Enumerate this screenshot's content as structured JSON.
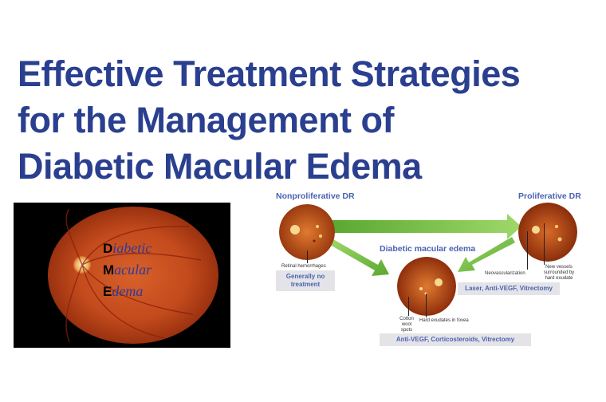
{
  "title": {
    "line1": "Effective Treatment Strategies",
    "line2": "for the Management of",
    "line3": "Diabetic Macular Edema"
  },
  "dme_panel": {
    "d_big": "D",
    "d_rest": "iabetic",
    "m_big": "M",
    "m_rest": "acular",
    "e_big": "E",
    "e_rest": "dema"
  },
  "diagram": {
    "npdr": {
      "title": "Nonproliferative DR",
      "finding": "Retinal hemorrhages",
      "treatment": "Generally no treatment"
    },
    "pdr": {
      "title": "Proliferative DR",
      "finding_1": "Neovascularization",
      "finding_2": "New vessels surrounded by hard exudate",
      "treatment": "Laser, Anti-VEGF, Vitrectomy"
    },
    "dme": {
      "title": "Diabetic macular edema",
      "finding_1": "Cotton wool spots",
      "finding_2": "Hard exudates in fovea",
      "treatment": "Anti-VEGF, Corticosteroids, Vitrectomy"
    }
  },
  "colors": {
    "title": "#2a3f8f",
    "arrow_green": "#7cc240",
    "stage_title": "#4a63b0",
    "treatment_box": "#e4e4e8",
    "fundus_orange": "#c8501e"
  }
}
